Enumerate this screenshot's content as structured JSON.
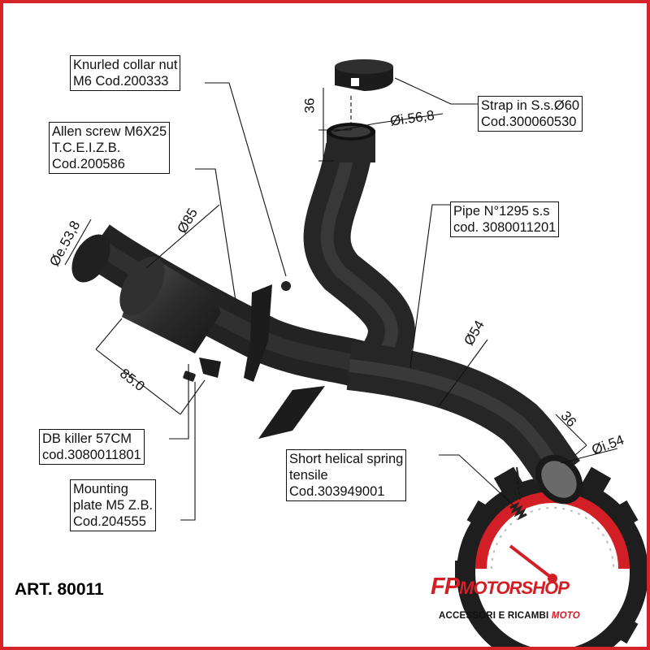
{
  "colors": {
    "frame": "#d4242a",
    "pipe": "#2b2b2b",
    "brand_red": "#d21f26",
    "gear": "#1e1e1e"
  },
  "labels": {
    "knurled_collar_nut": [
      "Knurled collar nut",
      "M6 Cod.200333"
    ],
    "allen_screw": [
      "Allen screw M6X25",
      "T.C.E.I.Z.B.",
      "Cod.200586"
    ],
    "strap": [
      "Strap in S.s.Ø60",
      "Cod.300060530"
    ],
    "pipe": [
      "Pipe N°1295 s.s",
      "cod. 3080011201"
    ],
    "db_killer": [
      "DB killer 57CM",
      "cod.3080011801"
    ],
    "mounting_plate": [
      "Mounting",
      "plate M5 Z.B.",
      "Cod.204555"
    ],
    "spring": [
      "Short helical spring",
      "tensile",
      "Cod.303949001"
    ]
  },
  "dimensions": {
    "top_length": "36",
    "top_inner_diameter": "Øi.56,8",
    "left_outer_diameter": "Øe.53,8",
    "muffler_diameter": "Ø85",
    "muffler_length": "85.0",
    "pipe_diameter": "Ø54",
    "outlet_length": "36",
    "outlet_inner_diameter": "Øi.54"
  },
  "article": "ART. 80011",
  "brand": {
    "name_part1": "FP",
    "name_part2": "MOTORSHOP",
    "tagline": "ACCESSORI E RICAMBI",
    "tagline_accent": "MOTO"
  },
  "icons": [
    "gear-icon",
    "speedometer-icon"
  ]
}
